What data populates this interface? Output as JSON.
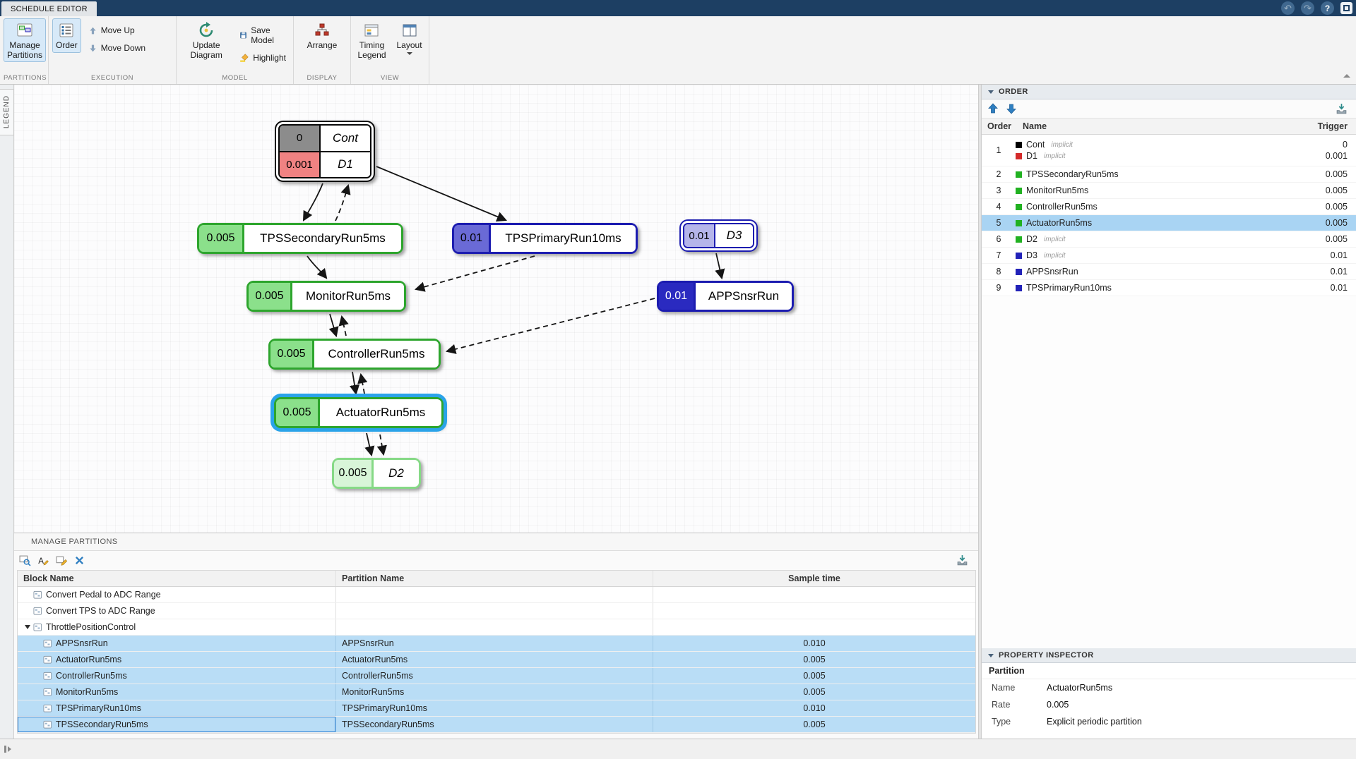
{
  "titlebar": {
    "tab": "SCHEDULE EDITOR"
  },
  "toolstrip": {
    "sections": {
      "partitions": {
        "label": "PARTITIONS",
        "manage_partitions": "Manage Partitions"
      },
      "execution": {
        "label": "EXECUTION",
        "order": "Order",
        "move_up": "Move Up",
        "move_down": "Move Down"
      },
      "model": {
        "label": "MODEL",
        "update_diagram": "Update Diagram",
        "save_model": "Save Model",
        "highlight": "Highlight"
      },
      "display": {
        "label": "DISPLAY",
        "arrange": "Arrange"
      },
      "view": {
        "label": "VIEW",
        "timing_legend": "Timing Legend",
        "layout": "Layout"
      }
    }
  },
  "legend": {
    "label": "LEGEND"
  },
  "canvas": {
    "nodes": {
      "cont": {
        "rows": [
          {
            "value": "0",
            "label": "Cont"
          },
          {
            "value": "0.001",
            "label": "D1"
          }
        ]
      },
      "tps_secondary": {
        "value": "0.005",
        "label": "TPSSecondaryRun5ms"
      },
      "tps_primary": {
        "value": "0.01",
        "label": "TPSPrimaryRun10ms"
      },
      "d3": {
        "value": "0.01",
        "label": "D3"
      },
      "monitor": {
        "value": "0.005",
        "label": "MonitorRun5ms"
      },
      "appsnsr": {
        "value": "0.01",
        "label": "APPSnsrRun"
      },
      "controller": {
        "value": "0.005",
        "label": "ControllerRun5ms"
      },
      "actuator": {
        "value": "0.005",
        "label": "ActuatorRun5ms"
      },
      "d2": {
        "value": "0.005",
        "label": "D2"
      }
    }
  },
  "order_panel": {
    "title": "ORDER",
    "columns": {
      "order": "Order",
      "name": "Name",
      "trigger": "Trigger"
    },
    "implicit_tag": "implicit",
    "rows": [
      {
        "order": "1",
        "entries": [
          {
            "name": "Cont",
            "trigger": "0",
            "color": "#000000",
            "implicit": true
          },
          {
            "name": "D1",
            "trigger": "0.001",
            "color": "#d42a2a",
            "implicit": true
          }
        ]
      },
      {
        "order": "2",
        "name": "TPSSecondaryRun5ms",
        "trigger": "0.005",
        "color": "#21b121"
      },
      {
        "order": "3",
        "name": "MonitorRun5ms",
        "trigger": "0.005",
        "color": "#21b121"
      },
      {
        "order": "4",
        "name": "ControllerRun5ms",
        "trigger": "0.005",
        "color": "#21b121"
      },
      {
        "order": "5",
        "name": "ActuatorRun5ms",
        "trigger": "0.005",
        "color": "#21b121",
        "selected": true
      },
      {
        "order": "6",
        "name": "D2",
        "trigger": "0.005",
        "color": "#21b121",
        "implicit": true
      },
      {
        "order": "7",
        "name": "D3",
        "trigger": "0.01",
        "color": "#2222b8",
        "implicit": true
      },
      {
        "order": "8",
        "name": "APPSnsrRun",
        "trigger": "0.01",
        "color": "#2222b8"
      },
      {
        "order": "9",
        "name": "TPSPrimaryRun10ms",
        "trigger": "0.01",
        "color": "#2222b8"
      }
    ]
  },
  "manage_panel": {
    "title": "MANAGE PARTITIONS",
    "columns": {
      "block": "Block Name",
      "partition": "Partition Name",
      "sample": "Sample time"
    },
    "rows": [
      {
        "block": "Convert Pedal to ADC Range",
        "partition": "",
        "sample": ""
      },
      {
        "block": "Convert TPS to ADC Range",
        "partition": "",
        "sample": ""
      },
      {
        "block": "ThrottlePositionControl",
        "partition": "",
        "sample": ""
      },
      {
        "block": "APPSnsrRun",
        "partition": "APPSnsrRun",
        "sample": "0.010"
      },
      {
        "block": "ActuatorRun5ms",
        "partition": "ActuatorRun5ms",
        "sample": "0.005"
      },
      {
        "block": "ControllerRun5ms",
        "partition": "ControllerRun5ms",
        "sample": "0.005"
      },
      {
        "block": "MonitorRun5ms",
        "partition": "MonitorRun5ms",
        "sample": "0.005"
      },
      {
        "block": "TPSPrimaryRun10ms",
        "partition": "TPSPrimaryRun10ms",
        "sample": "0.010"
      },
      {
        "block": "TPSSecondaryRun5ms",
        "partition": "TPSSecondaryRun5ms",
        "sample": "0.005"
      }
    ]
  },
  "property_inspector": {
    "title": "PROPERTY INSPECTOR",
    "section": "Partition",
    "fields": [
      {
        "label": "Name",
        "value": "ActuatorRun5ms"
      },
      {
        "label": "Rate",
        "value": "0.005"
      },
      {
        "label": "Type",
        "value": "Explicit periodic partition"
      }
    ]
  },
  "colors": {
    "selection_ring": "#2aa3e9",
    "row_selection": "#a9d4f3",
    "partition_green": "#21b121",
    "partition_blue": "#2222b8",
    "implicit_red": "#d42a2a",
    "titlebar": "#1d3f63"
  }
}
